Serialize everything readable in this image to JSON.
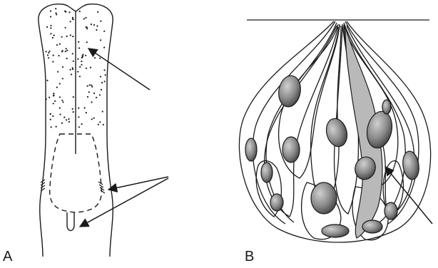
{
  "panels": [
    {
      "id": "A",
      "label": "A"
    },
    {
      "id": "B",
      "label": "B"
    }
  ],
  "colors": {
    "line": "#1a1a1a",
    "background": "#ffffff",
    "nucleus_dark": "#3c3c3c",
    "nucleus_light": "#c8c8c8",
    "highlighted_cell": "#b9b9b9"
  }
}
